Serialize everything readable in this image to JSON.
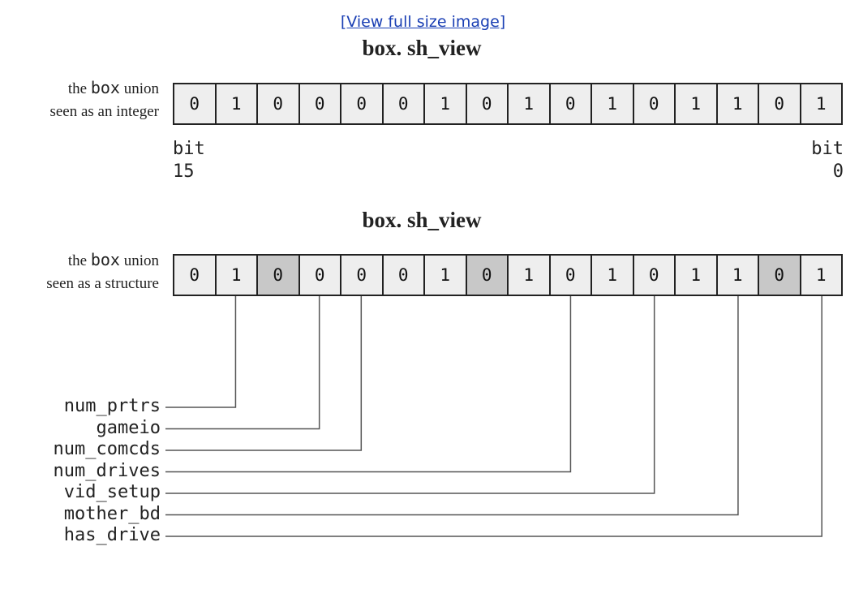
{
  "link_text": "[View full size image]",
  "integer_view": {
    "title": "box. sh_view",
    "label_line1_pre": "the",
    "label_line1_code": "box",
    "label_line1_post": "union",
    "label_line2": "seen as an integer",
    "bits": [
      "0",
      "1",
      "0",
      "0",
      "0",
      "0",
      "1",
      "0",
      "1",
      "0",
      "1",
      "0",
      "1",
      "1",
      "0",
      "1"
    ],
    "bit_high_word": "bit",
    "bit_high_num": "15",
    "bit_low_word": "bit",
    "bit_low_num": "0"
  },
  "structure_view": {
    "title": "box. sh_view",
    "label_line1_pre": "the",
    "label_line1_code": "box",
    "label_line1_post": "union",
    "label_line2": "seen as a structure",
    "bits": [
      "0",
      "1",
      "0",
      "0",
      "0",
      "0",
      "1",
      "0",
      "1",
      "0",
      "1",
      "0",
      "1",
      "1",
      "0",
      "1"
    ],
    "padding_bits": [
      2,
      7,
      14
    ]
  },
  "fields": [
    {
      "name": "num_prtrs",
      "bit_index": 1
    },
    {
      "name": "gameio",
      "bit_index": 3
    },
    {
      "name": "num_comcds",
      "bit_index": 4
    },
    {
      "name": "num_drives",
      "bit_index": 9
    },
    {
      "name": "vid_setup",
      "bit_index": 11
    },
    {
      "name": "mother_bd",
      "bit_index": 13
    },
    {
      "name": "has_drive",
      "bit_index": 15
    }
  ],
  "colors": {
    "cell_fill": "#eeeeee",
    "padding_fill": "#c8c8c8",
    "border": "#222222",
    "link": "#1a3fb4"
  }
}
